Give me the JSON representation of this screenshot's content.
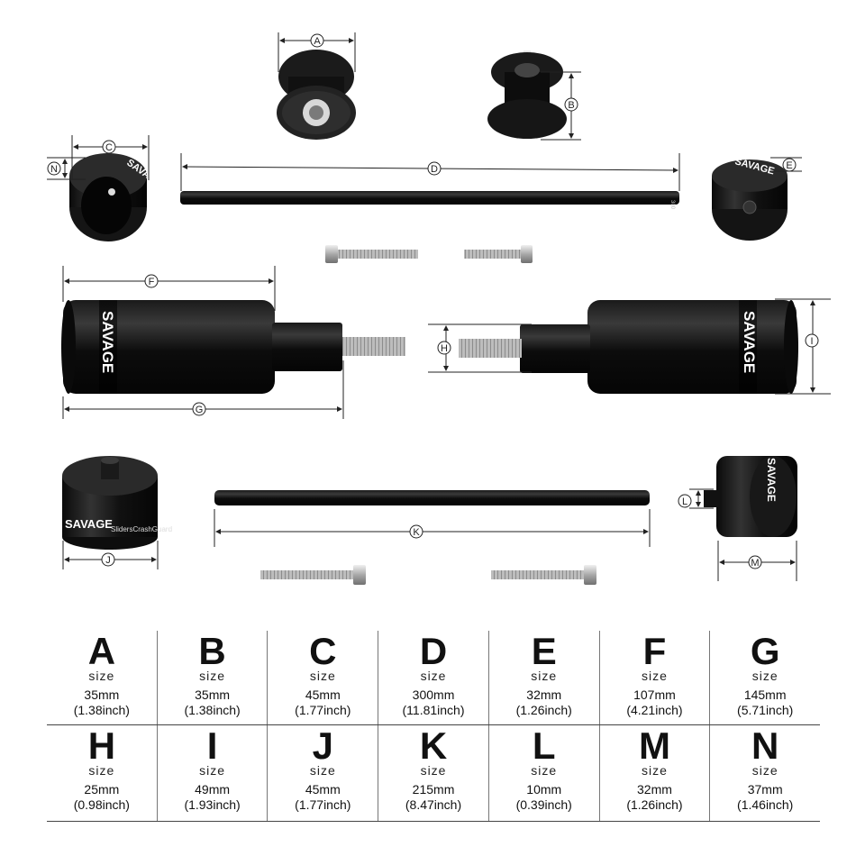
{
  "brand": {
    "logo_text": "SAVAGE",
    "product_line": "SlidersCrashGuard",
    "bar_marking": "300"
  },
  "dimension_labels": [
    "A",
    "B",
    "C",
    "D",
    "E",
    "F",
    "G",
    "H",
    "I",
    "J",
    "K",
    "L",
    "M",
    "N"
  ],
  "sizes": [
    {
      "letter": "A",
      "sub": "size",
      "mm": "35mm",
      "inch": "(1.38inch)"
    },
    {
      "letter": "B",
      "sub": "size",
      "mm": "35mm",
      "inch": "(1.38inch)"
    },
    {
      "letter": "C",
      "sub": "size",
      "mm": "45mm",
      "inch": "(1.77inch)"
    },
    {
      "letter": "D",
      "sub": "size",
      "mm": "300mm",
      "inch": "(11.81inch)"
    },
    {
      "letter": "E",
      "sub": "size",
      "mm": "32mm",
      "inch": "(1.26inch)"
    },
    {
      "letter": "F",
      "sub": "size",
      "mm": "107mm",
      "inch": "(4.21inch)"
    },
    {
      "letter": "G",
      "sub": "size",
      "mm": "145mm",
      "inch": "(5.71inch)"
    },
    {
      "letter": "H",
      "sub": "size",
      "mm": "25mm",
      "inch": "(0.98inch)"
    },
    {
      "letter": "I",
      "sub": "size",
      "mm": "49mm",
      "inch": "(1.93inch)"
    },
    {
      "letter": "J",
      "sub": "size",
      "mm": "45mm",
      "inch": "(1.77inch)"
    },
    {
      "letter": "K",
      "sub": "size",
      "mm": "215mm",
      "inch": "(8.47inch)"
    },
    {
      "letter": "L",
      "sub": "size",
      "mm": "10mm",
      "inch": "(0.39inch)"
    },
    {
      "letter": "M",
      "sub": "size",
      "mm": "32mm",
      "inch": "(1.26inch)"
    },
    {
      "letter": "N",
      "sub": "size",
      "mm": "37mm",
      "inch": "(1.46inch)"
    }
  ]
}
